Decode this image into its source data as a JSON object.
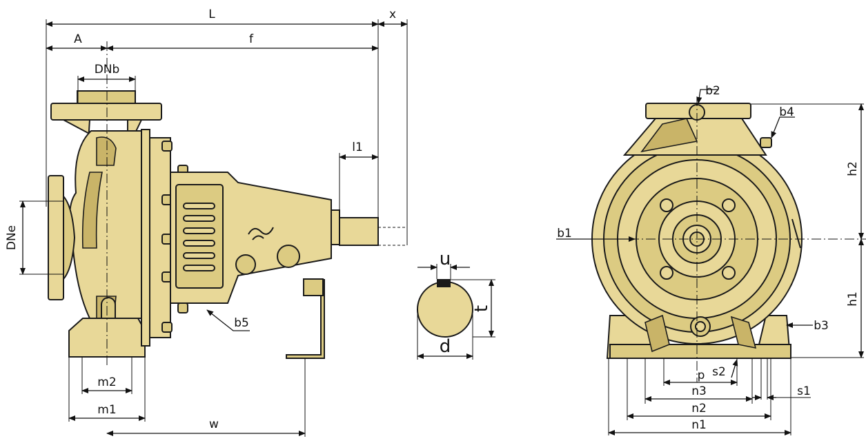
{
  "colors": {
    "pump_body": "#e8d898",
    "pump_shade": "#c9b468",
    "outline": "#1a1a1a",
    "background": "#ffffff"
  },
  "side_view": {
    "labels": {
      "L": "L",
      "x": "x",
      "A": "A",
      "f": "f",
      "DNb": "DNb",
      "l1": "l1",
      "DNe": "DNe",
      "b5": "b5",
      "m2": "m2",
      "m1": "m1",
      "w": "w"
    }
  },
  "shaft_view": {
    "labels": {
      "u": "u",
      "t": "t",
      "d": "d"
    }
  },
  "front_view": {
    "labels": {
      "b2": "b2",
      "b4": "b4",
      "h2": "h2",
      "b1": "b1",
      "h1": "h1",
      "b3": "b3",
      "p": "p",
      "s2": "s2",
      "n3": "n3",
      "s1": "s1",
      "n2": "n2",
      "n1": "n1"
    }
  }
}
